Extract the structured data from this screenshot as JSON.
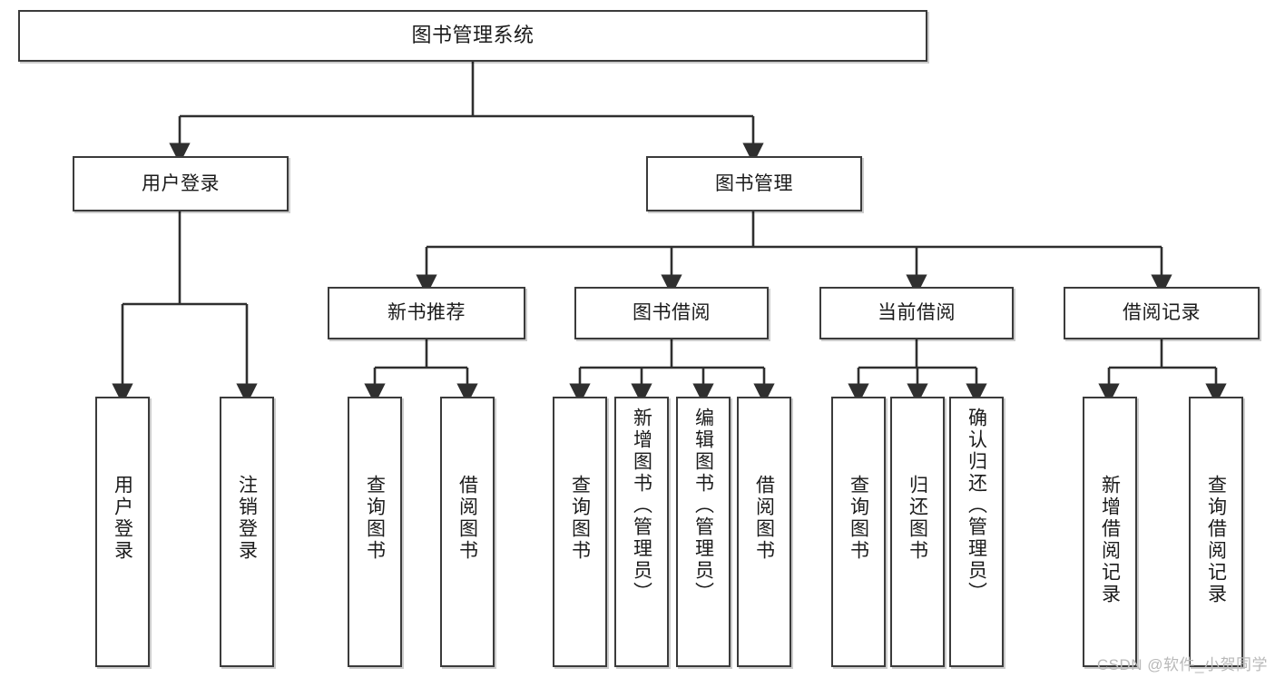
{
  "diagram": {
    "type": "tree",
    "title": "图书管理系统",
    "orientation": "top-down",
    "levels": 4,
    "colors": {
      "box_border": "#3b3b3b",
      "box_fill": "#ffffff",
      "edge": "#2f2f2f",
      "text": "#1b1b1b",
      "watermark": "#b9b9b9",
      "background": "#ffffff"
    }
  },
  "root": {
    "label": "图书管理系统"
  },
  "level2": [
    {
      "label": "用户登录"
    },
    {
      "label": "图书管理"
    }
  ],
  "level3": [
    {
      "label": "新书推荐"
    },
    {
      "label": "图书借阅"
    },
    {
      "label": "当前借阅"
    },
    {
      "label": "借阅记录"
    }
  ],
  "leaves": {
    "user_login": [
      {
        "label": "用户登录"
      },
      {
        "label": "注销登录"
      }
    ],
    "new_book_recommend": [
      {
        "label": "查询图书"
      },
      {
        "label": "借阅图书"
      }
    ],
    "book_borrow": [
      {
        "label": "查询图书"
      },
      {
        "label": "新增图书（管理员）"
      },
      {
        "label": "编辑图书（管理员）"
      },
      {
        "label": "借阅图书"
      }
    ],
    "current_borrow": [
      {
        "label": "查询图书"
      },
      {
        "label": "归还图书"
      },
      {
        "label": "确认归还（管理员）"
      }
    ],
    "borrow_record": [
      {
        "label": "新增借阅记录"
      },
      {
        "label": "查询借阅记录"
      }
    ]
  },
  "watermark": {
    "text": "CSDN @软件_小贺同学"
  }
}
